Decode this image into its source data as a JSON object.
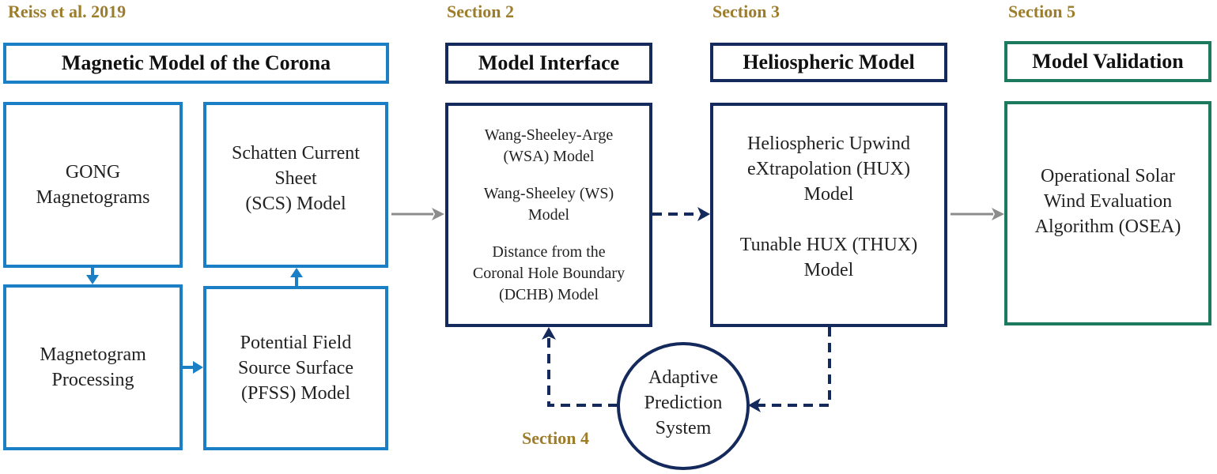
{
  "labels": {
    "ref": "Reiss et al. 2019",
    "sec2": "Section 2",
    "sec3": "Section 3",
    "sec4": "Section 4",
    "sec5": "Section 5"
  },
  "headers": {
    "corona": "Magnetic Model of the Corona",
    "interface": "Model Interface",
    "helio": "Heliospheric Model",
    "validation": "Model Validation"
  },
  "boxes": {
    "gong": [
      "GONG",
      "Magnetograms"
    ],
    "scs": [
      "Schatten Current",
      "Sheet",
      "(SCS) Model"
    ],
    "processing": [
      "Magnetogram",
      "Processing"
    ],
    "pfss": [
      "Potential Field",
      "Source Surface",
      "(PFSS) Model"
    ],
    "interface_models": [
      [
        "Wang-Sheeley-Arge",
        "(WSA) Model"
      ],
      [
        "Wang-Sheeley (WS)",
        "Model"
      ],
      [
        "Distance from the",
        "Coronal Hole Boundary",
        "(DCHB) Model"
      ]
    ],
    "helio_models": [
      [
        "Heliospheric Upwind",
        "eXtrapolation (HUX)",
        "Model"
      ],
      [
        "Tunable HUX (THUX)",
        "Model"
      ]
    ],
    "osea": [
      "Operational Solar",
      "Wind Evaluation",
      "Algorithm (OSEA)"
    ],
    "adaptive": [
      "Adaptive",
      "Prediction",
      "System"
    ]
  },
  "colors": {
    "gold": "#9c7d2b",
    "light_blue": "#1a7fc4",
    "navy": "#142a5c",
    "green": "#1e7a5e",
    "gray_arrow": "#8c8c8c"
  }
}
